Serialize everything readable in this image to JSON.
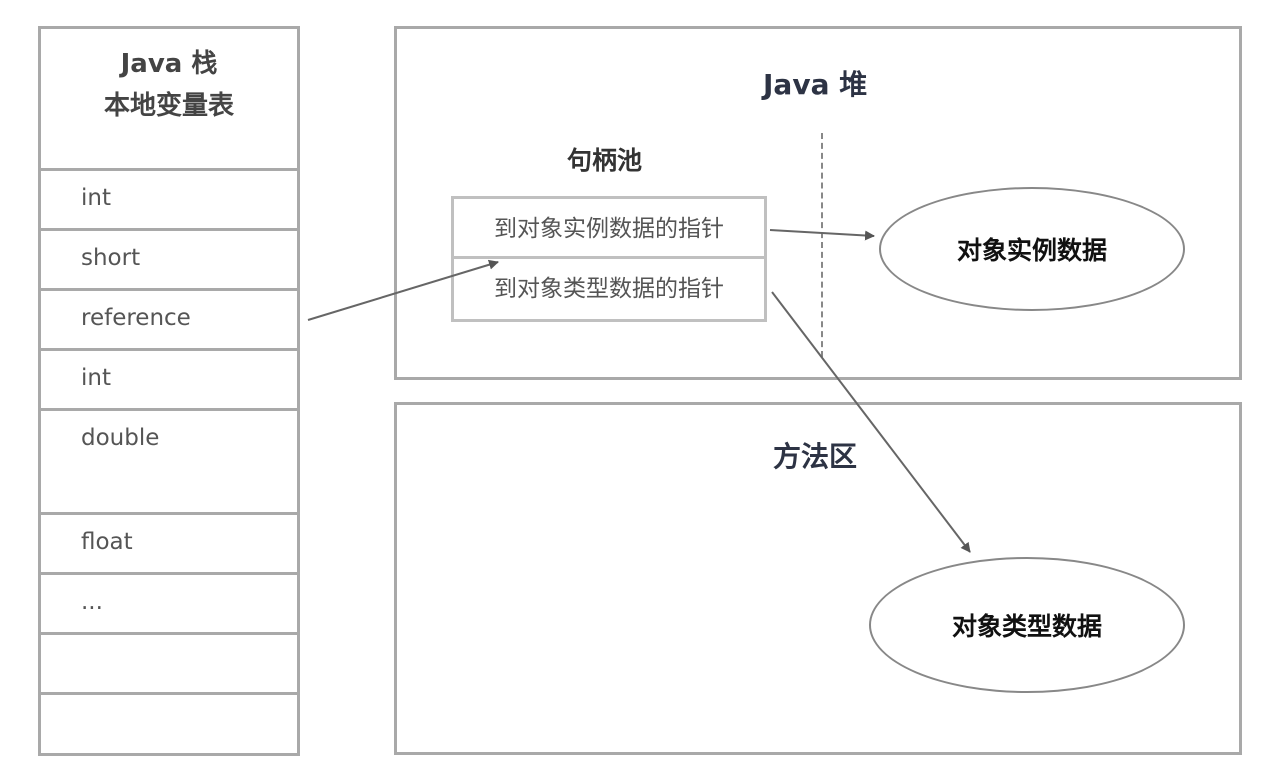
{
  "java_stack": {
    "title_line1": "Java 栈",
    "title_line2": "本地变量表",
    "rows": [
      "int",
      "short",
      "reference",
      "int",
      "double",
      "float",
      "...",
      "",
      ""
    ]
  },
  "heap": {
    "title": "Java 堆",
    "handle_pool": {
      "title": "句柄池",
      "rows": [
        "到对象实例数据的指针",
        "到对象类型数据的指针"
      ]
    },
    "instance_data": "对象实例数据"
  },
  "method_area": {
    "title": "方法区",
    "type_data": "对象类型数据"
  }
}
